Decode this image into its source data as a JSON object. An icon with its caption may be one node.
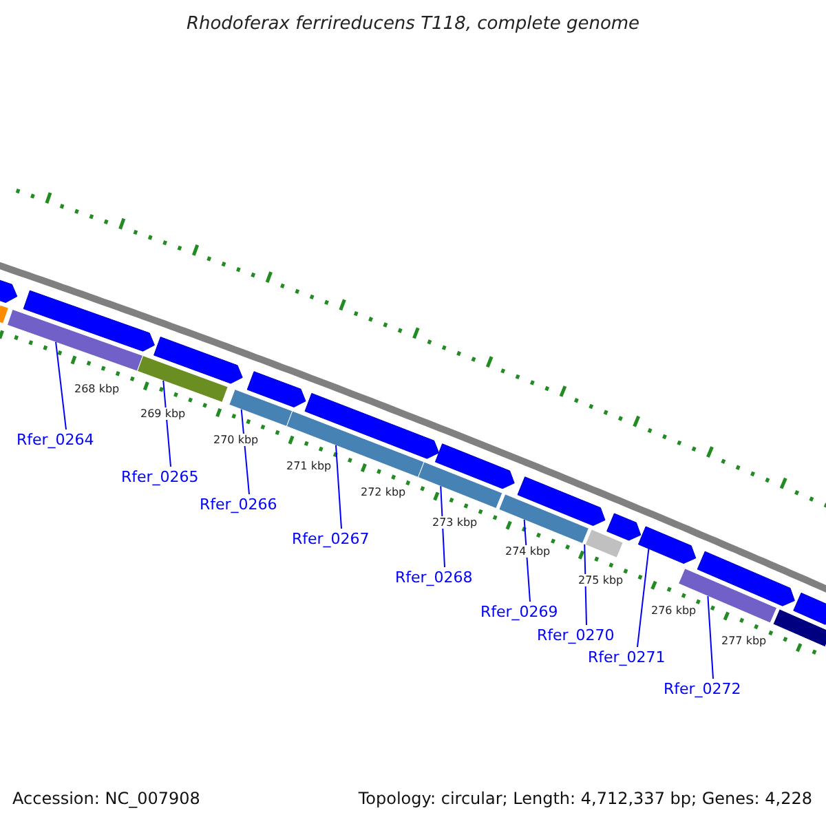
{
  "diagram": {
    "title": "Rhodoferax ferrireducens T118, complete genome",
    "nodes": [
      {
        "text": [
          "Rfer_0264"
        ]
      },
      {
        "text": [
          "Rfer_0265"
        ]
      },
      {
        "text": [
          "Rfer_0266"
        ]
      },
      {
        "text": [
          "Rfer_0267"
        ]
      },
      {
        "text": [
          "Rfer_0268"
        ]
      },
      {
        "text": [
          "Rfer_0269"
        ]
      },
      {
        "text": [
          "Rfer_0270"
        ]
      },
      {
        "text": [
          "Rfer_0271"
        ]
      },
      {
        "text": [
          "Rfer_0272"
        ]
      },
      {
        "text": [],
        "shape": "bar"
      },
      {
        "text": [],
        "shape": "bar"
      },
      {
        "text": [],
        "shape": "bar"
      },
      {
        "text": [],
        "shape": "bar"
      },
      {
        "text": [],
        "shape": "bar"
      },
      {
        "text": [],
        "shape": "bar"
      },
      {
        "text": [],
        "shape": "bar"
      },
      {
        "text": [],
        "shape": "arrow"
      },
      {
        "text": [],
        "shape": "bar"
      },
      {
        "text": [],
        "shape": "bar"
      },
      {
        "text": [],
        "shape": "arrow"
      },
      {
        "text": [],
        "shape": "arrow"
      },
      {
        "text": [],
        "shape": "arrow"
      },
      {
        "text": [],
        "shape": "arrow"
      },
      {
        "text": [],
        "shape": "arrow"
      },
      {
        "text": [],
        "shape": "arrow"
      },
      {
        "text": [],
        "shape": "arrow"
      },
      {
        "text": [],
        "shape": "arrow"
      },
      {
        "text": [],
        "shape": "arrow"
      },
      {
        "text": [],
        "shape": "arrow"
      },
      {
        "text": [],
        "shape": "bar"
      }
    ],
    "edges": [
      {
        "from": 0,
        "to": 9,
        "arrow": "none"
      },
      {
        "from": 1,
        "to": 10,
        "arrow": "none"
      },
      {
        "from": 2,
        "to": 11,
        "arrow": "none"
      },
      {
        "from": 3,
        "to": 12,
        "arrow": "none"
      },
      {
        "from": 4,
        "to": 13,
        "arrow": "none"
      },
      {
        "from": 5,
        "to": 14,
        "arrow": "none"
      },
      {
        "from": 6,
        "to": 15,
        "arrow": "none"
      },
      {
        "from": 7,
        "to": 16,
        "arrow": "none"
      },
      {
        "from": 8,
        "to": 17,
        "arrow": "none"
      }
    ],
    "labels": [
      "268 kbp",
      "269 kbp",
      "270 kbp",
      "271 kbp",
      "272 kbp",
      "273 kbp",
      "274 kbp",
      "275 kbp",
      "276 kbp",
      "277 kbp",
      "Accession: NC_007908",
      "Topology: circular; Length: 4,712,337 bp; Genes: 4,228"
    ]
  }
}
